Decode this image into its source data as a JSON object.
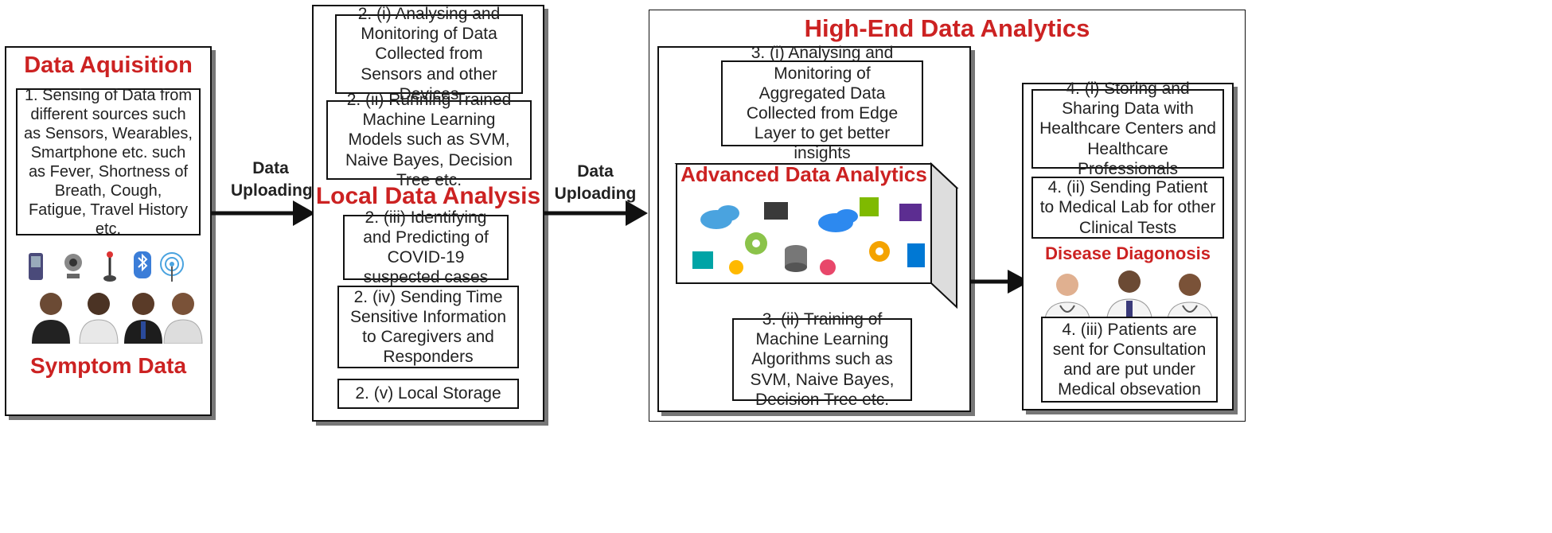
{
  "acquisition": {
    "title": "Data Aquisition",
    "sensing": "1. Sensing of Data from different sources such as Sensors, Wearables, Smartphone etc. such as Fever, Shortness of Breath, Cough, Fatigue, Travel History etc.",
    "footer": "Symptom Data"
  },
  "upload_1": {
    "line1": "Data",
    "line2": "Uploading"
  },
  "local": {
    "title": "Local Data Analysis",
    "boxes": [
      "2. (i) Analysing and Monitoring of Data Collected from Sensors and other Devices",
      "2. (ii) Running Trained Machine Learning Models such as SVM, Naive Bayes, Decision Tree etc.",
      "2. (iii) Identifying and Predicting of COVID-19 suspected cases",
      "2. (iv) Sending Time Sensitive Information to Caregivers and Responders",
      "2. (v) Local Storage"
    ]
  },
  "upload_2": {
    "line1": "Data",
    "line2": "Uploading"
  },
  "highend": {
    "title": "High-End Data Analytics",
    "analysis_box": "3. (i) Analysing and Monitoring of Aggregated Data Collected from Edge Layer to get better insights",
    "advanced_title": "Advanced Data Analytics",
    "training_box": "3. (ii) Training of Machine Learning Algorithms such as SVM, Naive Bayes, Decision Tree etc.",
    "storing_box": "4. (i) Storing and Sharing Data with Healthcare Centers and Healthcare Professionals",
    "lab_box": "4. (ii) Sending Patient to Medical Lab for other Clinical Tests",
    "diagnosis_title": "Disease Diagonosis",
    "consult_box": "4. (iii) Patients are sent for Consultation  and are put under Medical obsevation"
  },
  "colors": {
    "accent_red": "#cc2222",
    "stroke": "#111111",
    "shadow": "#777777"
  },
  "icons": [
    "phone-icon",
    "webcam-icon",
    "sensor-icon",
    "bluetooth-icon",
    "wifi-icon",
    "person-icon",
    "doctor-icon",
    "cloud-icon",
    "database-icon",
    "gear-icon"
  ]
}
